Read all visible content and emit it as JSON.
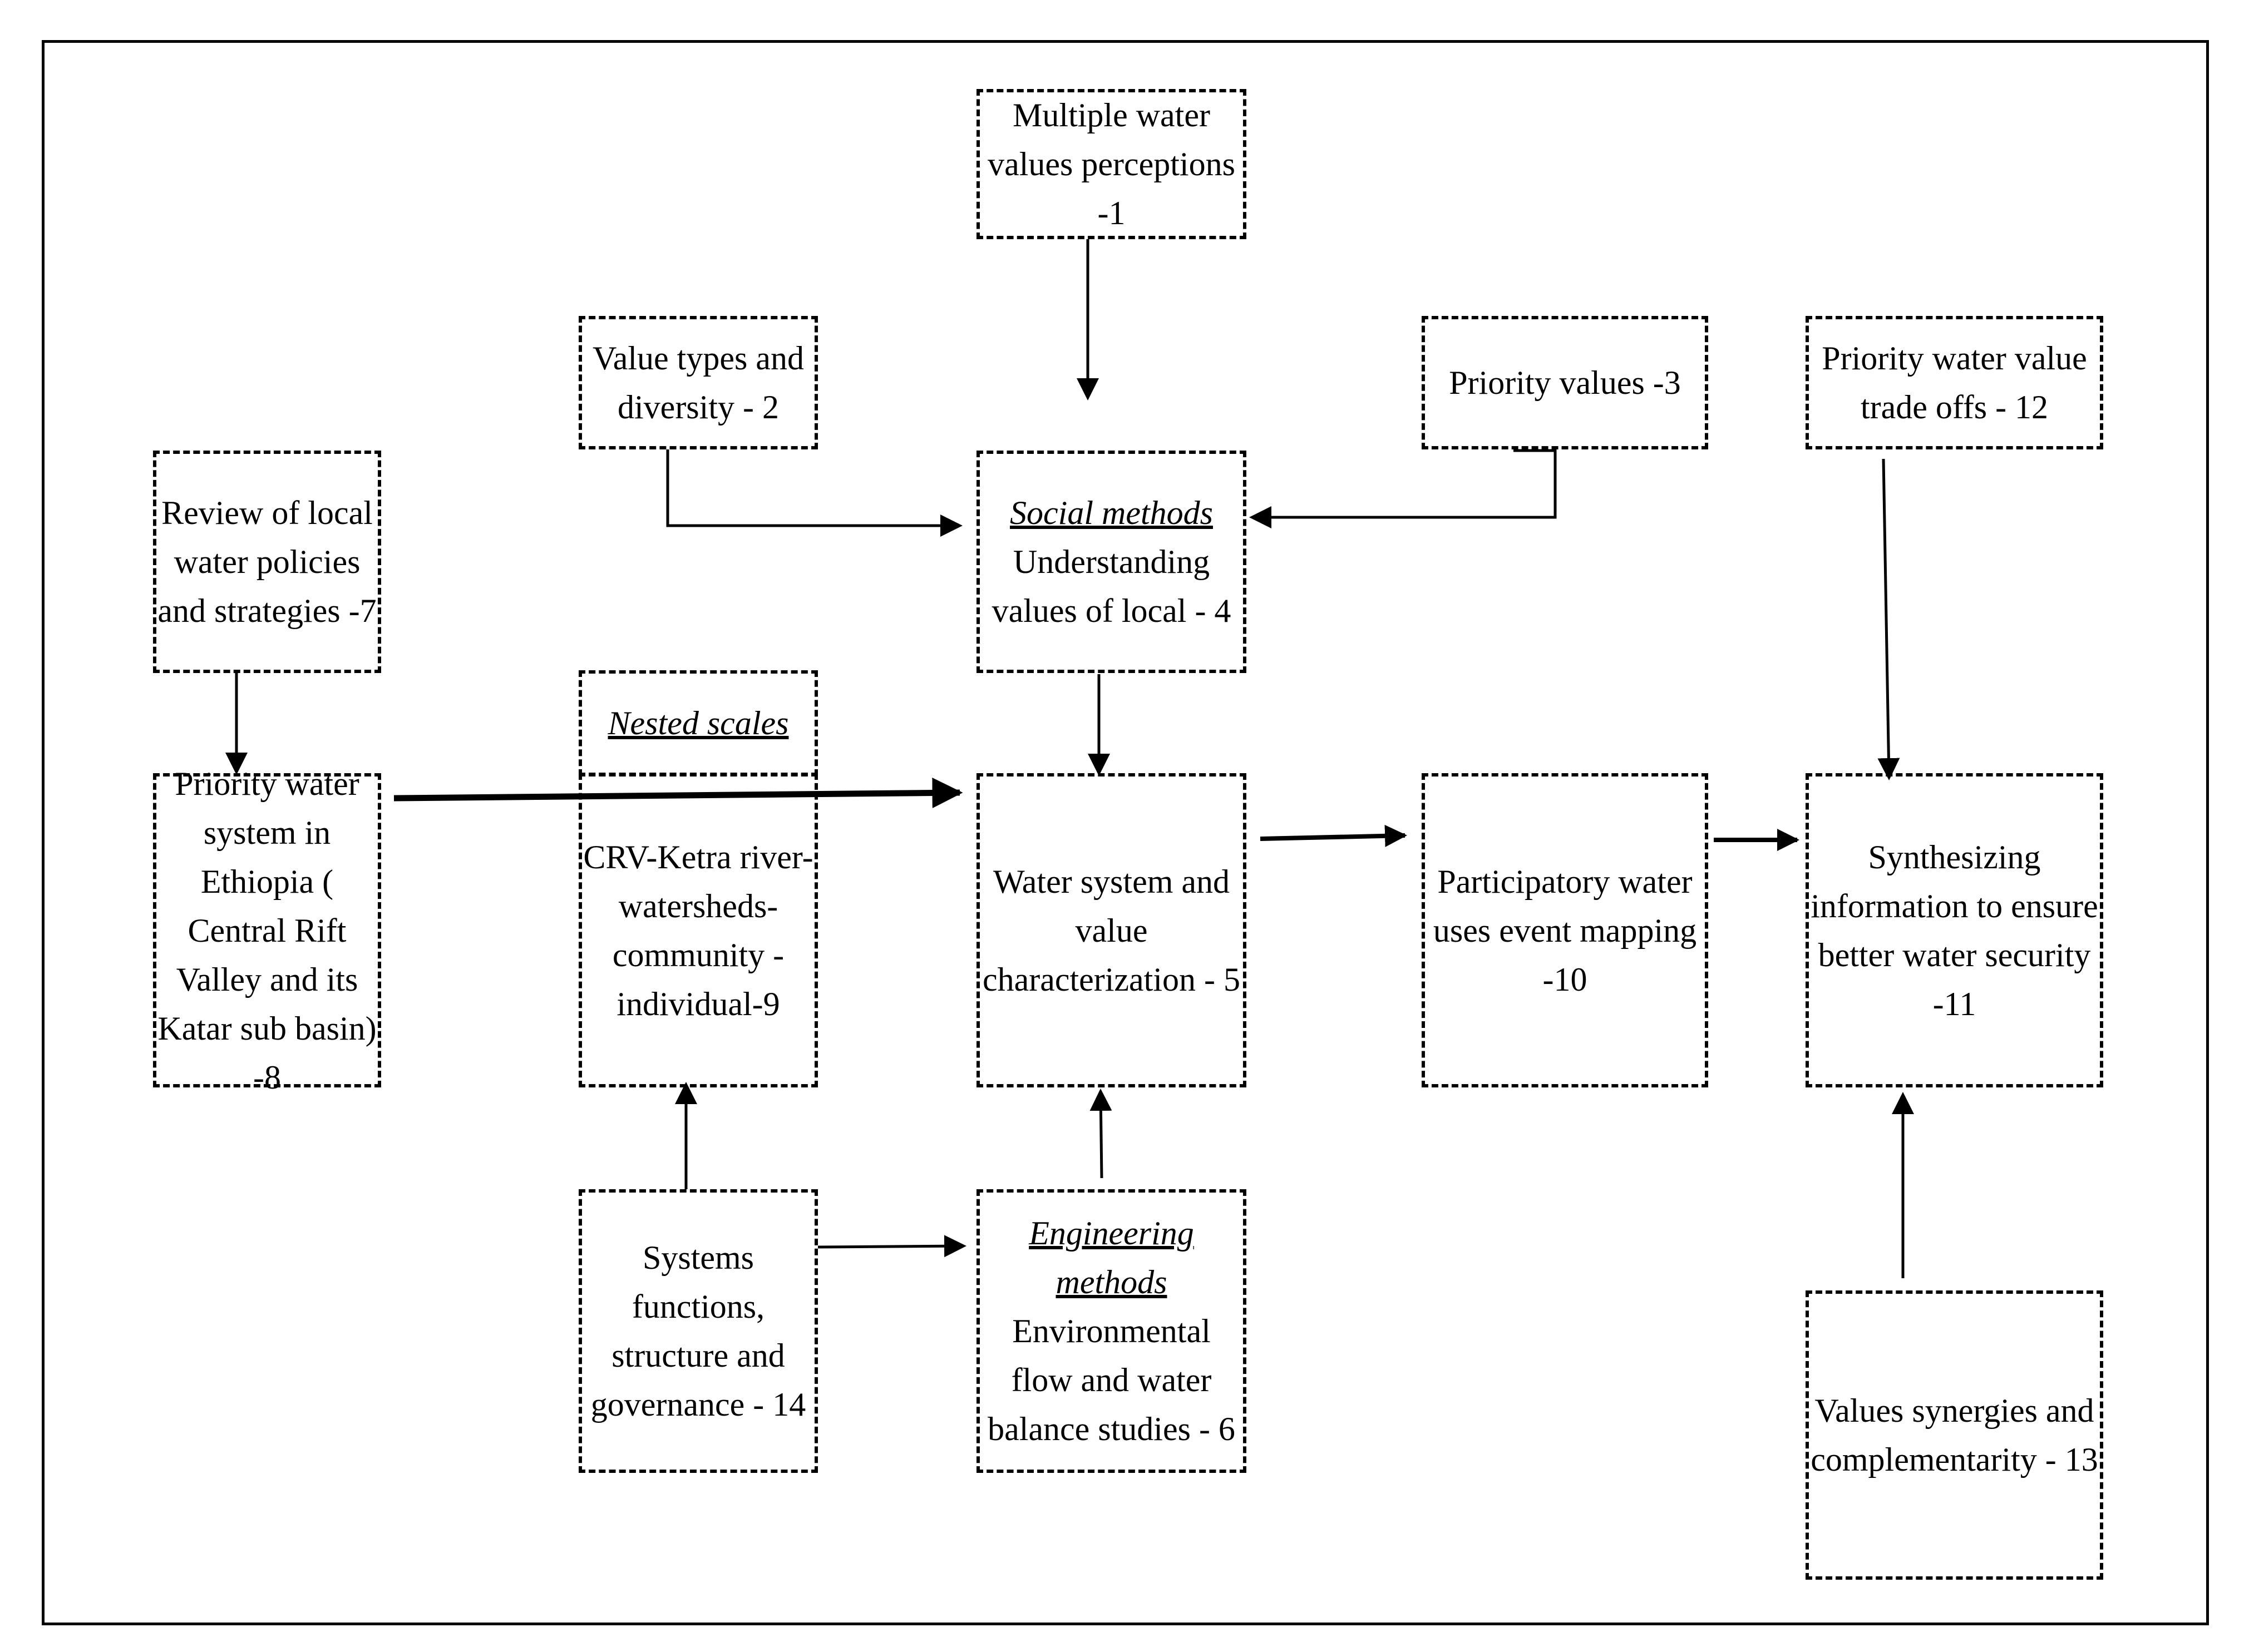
{
  "diagram": {
    "nodes": {
      "n1": "Multiple water values perceptions -1",
      "n2": "Value types and diversity - 2",
      "n3": "Priority values -3",
      "n4_heading": "Social methods",
      "n4": "Understanding values of local - 4",
      "n5": "Water system and value characterization - 5",
      "n6_heading": "Engineering methods",
      "n6": "Environmental flow and water balance studies - 6",
      "n7": "Review of local water policies and strategies -7",
      "n8": "Priority water system in Ethiopia ( Central Rift Valley and its Katar sub basin) -8",
      "n9_heading": "Nested scales",
      "n9": "CRV-Ketra river-watersheds-community - individual-9",
      "n10": "Participatory water uses event mapping -10",
      "n11": "Synthesizing information to ensure better water security -11",
      "n12": "Priority water value trade offs - 12",
      "n13": "Values synergies and complementarity - 13",
      "n14": "Systems functions, structure and governance - 14"
    }
  }
}
